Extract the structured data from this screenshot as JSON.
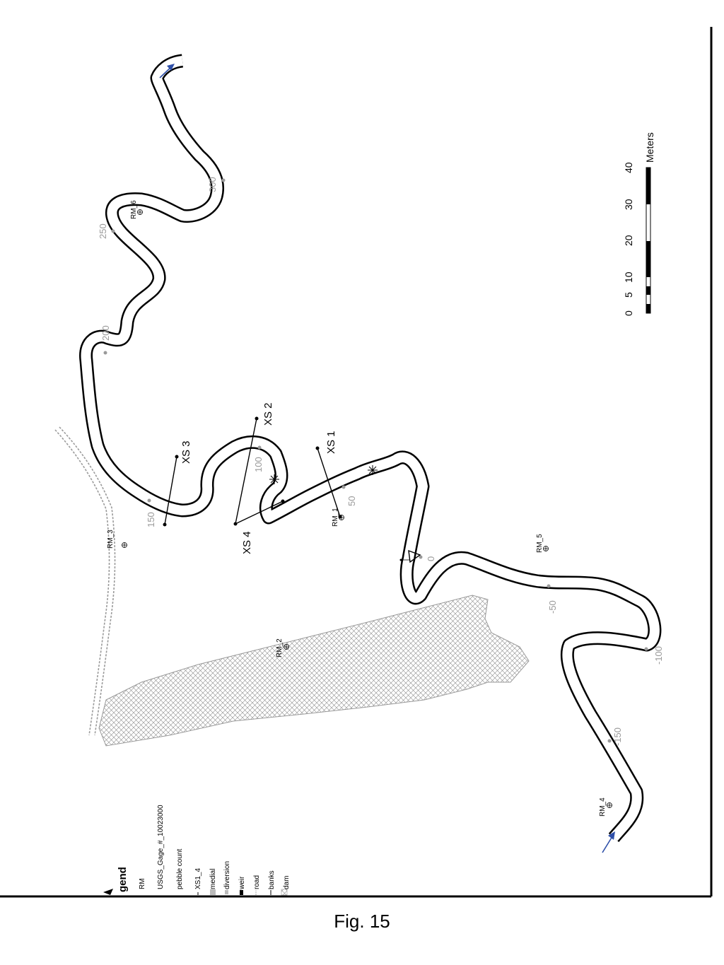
{
  "figure": {
    "caption": "Fig. 15"
  },
  "legend": {
    "title": "gend",
    "items": [
      {
        "label": "RM",
        "symbol": "circle-cross-icon"
      },
      {
        "label": "USGS_Gage_#_10023000",
        "symbol": "triangle-icon"
      },
      {
        "label": "pebble count",
        "symbol": "star-icon"
      },
      {
        "label": "XS1_4",
        "symbol": "line-icon"
      },
      {
        "label": "medial",
        "symbol": "gray-box-icon"
      },
      {
        "label": "diversion",
        "symbol": "gray-small-box-icon"
      },
      {
        "label": "weir",
        "symbol": "thick-line-icon"
      },
      {
        "label": "road",
        "symbol": "dashed-line-icon"
      },
      {
        "label": "banks",
        "symbol": "line-icon"
      },
      {
        "label": "dam",
        "symbol": "hatch-box-icon"
      }
    ]
  },
  "river_markers": [
    "RM_2",
    "RM_3",
    "RM_4",
    "RM_5",
    "RM_6",
    "RM_1"
  ],
  "stations": [
    "-150",
    "-100",
    "-50",
    "0",
    "50",
    "100",
    "150",
    "200",
    "250",
    "300"
  ],
  "cross_sections": [
    "XS 1",
    "XS 2",
    "XS 3",
    "XS 4"
  ],
  "scale_bar": {
    "ticks": [
      "0",
      "5",
      "10",
      "20",
      "30",
      "40"
    ],
    "unit": "Meters"
  },
  "colors": {
    "flow_arrow": "#2e4fa8",
    "station": "#9a9a9a",
    "hatch": "#8a8a8a",
    "road": "#9a9a9a"
  }
}
